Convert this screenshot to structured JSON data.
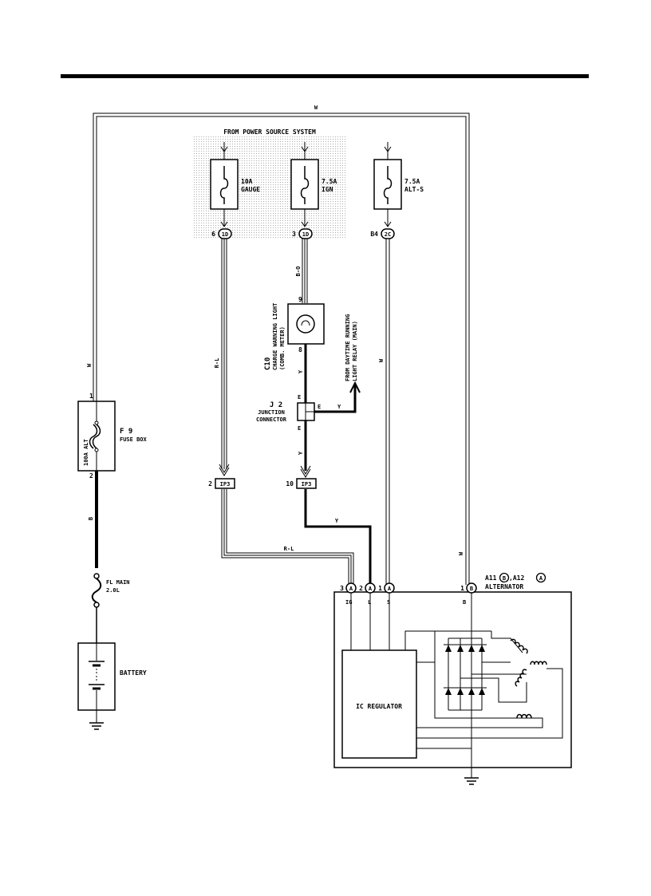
{
  "header": {
    "power_source": "FROM POWER SOURCE SYSTEM"
  },
  "fuses": {
    "gauge": {
      "amps": "10A",
      "name": "GAUGE"
    },
    "ign": {
      "amps": "7.5A",
      "name": "IGN"
    },
    "alts": {
      "amps": "7.5A",
      "name": "ALT-S"
    }
  },
  "connectors": {
    "c1": {
      "pin": "6",
      "id": "1D"
    },
    "c2": {
      "pin": "3",
      "id": "1D"
    },
    "c3": {
      "pin": "B4",
      "id": "2C"
    },
    "ip_left": {
      "pin": "2",
      "id": "IP3"
    },
    "ip_right": {
      "pin": "10",
      "id": "IP3"
    }
  },
  "wire_colors": {
    "w": "W",
    "rl": "R-L",
    "bo": "B-O",
    "y": "Y",
    "b": "B"
  },
  "warning_light": {
    "id": "C10",
    "line1": "CHARGE WARNING LIGHT",
    "line2": "(COMB. METER)",
    "pin_top": "9",
    "pin_bottom": "8"
  },
  "daytime": {
    "line1": "FROM DAYTIME RUNNING",
    "line2": "LIGHT RELAY (MAIN)"
  },
  "junction": {
    "id": "J 2",
    "line1": "JUNCTION",
    "line2": "CONNECTOR",
    "pin_top": "E",
    "pin_right": "E",
    "pin_bottom": "E"
  },
  "fusebox": {
    "fuse": "100A ALT",
    "id": "F 9",
    "name": "FUSE BOX",
    "pin_top": "1",
    "pin_bottom": "2"
  },
  "fl_main": {
    "line1": "FL MAIN",
    "line2": "2.0L"
  },
  "battery": {
    "name": "BATTERY"
  },
  "alternator": {
    "ids": "A11",
    "b_conn": "B",
    "ids2": ",A12",
    "a_conn": "A",
    "name": "ALTERNATOR",
    "pins": [
      {
        "num": "3",
        "conn": "A",
        "term": "IG"
      },
      {
        "num": "2",
        "conn": "A",
        "term": "L"
      },
      {
        "num": "1",
        "conn": "A",
        "term": "S"
      },
      {
        "num": "1",
        "conn": "B",
        "term": "B"
      }
    ],
    "regulator": "IC REGULATOR"
  }
}
